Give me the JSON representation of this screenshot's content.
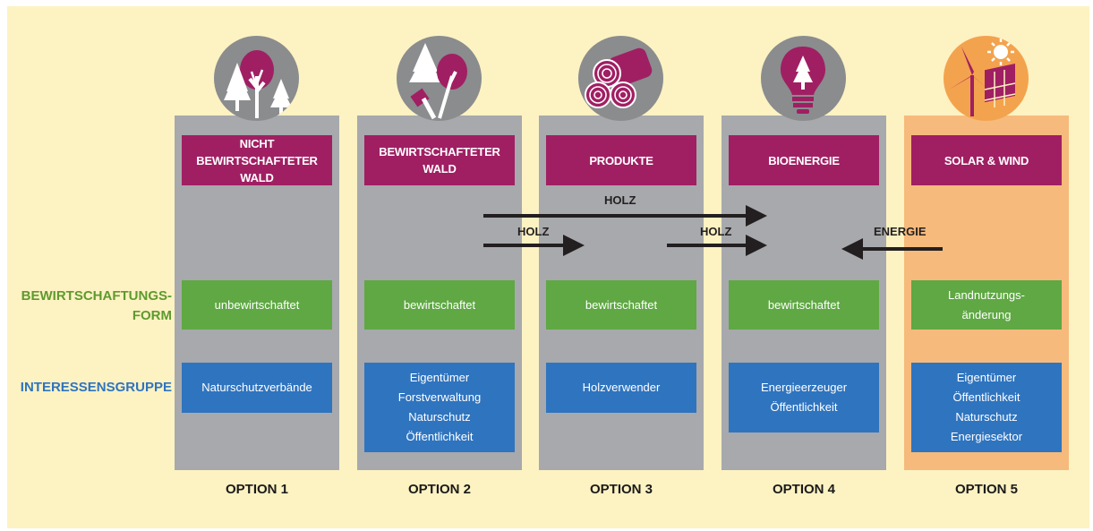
{
  "row_labels": {
    "management_line1": "BEWIRTSCHAFTUNGS-",
    "management_line2": "FORM",
    "stakeholder": "INTERESSENSGRUPPE"
  },
  "options": [
    {
      "title": "NICHT\nBEWIRTSCHAFTETER WALD",
      "management": "unbewirtschaftet",
      "stakeholders": "Naturschutzverbände",
      "label": "OPTION 1",
      "icon": "forest-icon"
    },
    {
      "title": "BEWIRTSCHAFTETER WALD",
      "management": "bewirtschaftet",
      "stakeholders": "Eigentümer\nForstverwaltung\nNaturschutz\nÖffentlichkeit",
      "label": "OPTION 2",
      "icon": "axe-tree-icon"
    },
    {
      "title": "PRODUKTE",
      "management": "bewirtschaftet",
      "stakeholders": "Holzverwender",
      "label": "OPTION 3",
      "icon": "logs-icon"
    },
    {
      "title": "BIOENERGIE",
      "management": "bewirtschaftet",
      "stakeholders": "Energieerzeuger\nÖffentlichkeit",
      "label": "OPTION 4",
      "icon": "lightbulb-tree-icon"
    },
    {
      "title": "SOLAR & WIND",
      "management": "Landnutzungs-\nänderung",
      "stakeholders": "Eigentümer\nÖffentlichkeit\nNaturschutz\nEnergiesektor",
      "label": "OPTION 5",
      "icon": "wind-solar-icon"
    }
  ],
  "flows": {
    "holz_top": "HOLZ",
    "holz_left": "HOLZ",
    "holz_mid": "HOLZ",
    "energie": "ENERGIE"
  },
  "colors": {
    "background": "#fdf2c2",
    "column": "#a7a9ac",
    "column_highlight": "#f6ba7c",
    "header": "#a01f63",
    "management": "#5fa843",
    "stakeholder": "#2f74bf",
    "management_label": "#5e9a2e",
    "stakeholder_label": "#2f74bf"
  }
}
